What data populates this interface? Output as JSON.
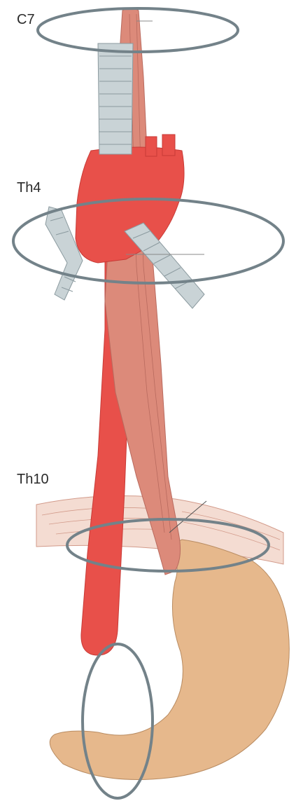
{
  "labels": {
    "c7": "C7",
    "th4": "Th4",
    "th10": "Th10"
  },
  "colors": {
    "aorta": "#e8504a",
    "aorta_dark": "#c73a36",
    "esophagus": "#dc8a7a",
    "esophagus_line": "#b86a5e",
    "trachea": "#c9d3d6",
    "trachea_line": "#8b9a9f",
    "stomach": "#e6b88c",
    "stomach_line": "#b98c62",
    "diaphragm": "#f4dcd2",
    "diaphragm_line": "#d29a8a",
    "marker": "#738289"
  }
}
